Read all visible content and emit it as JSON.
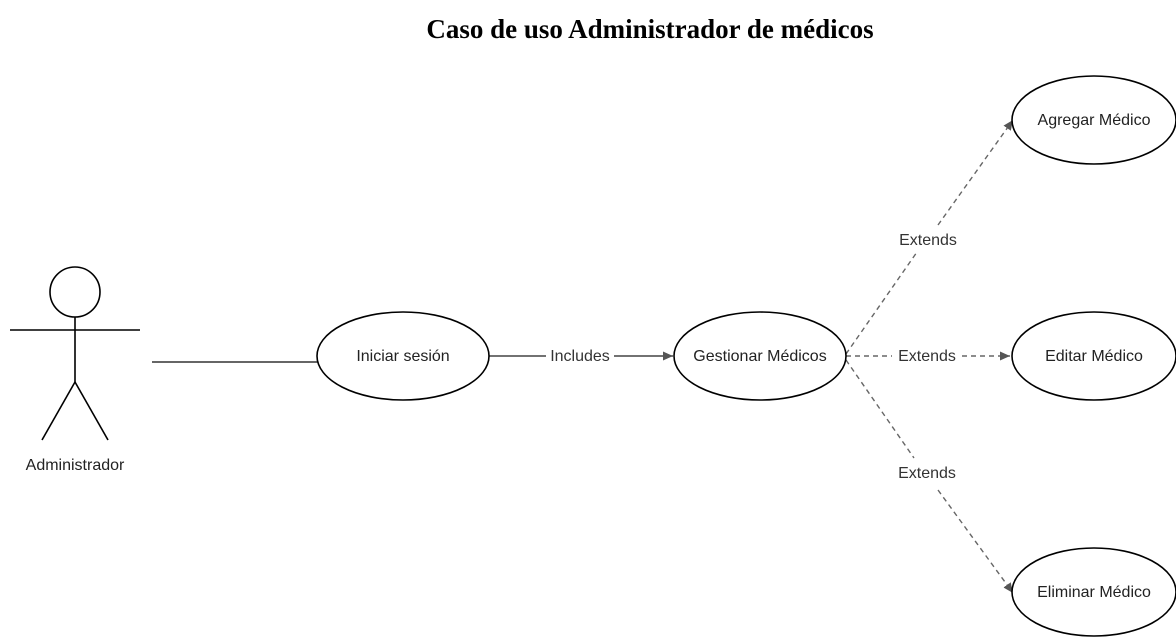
{
  "title": "Caso de uso Administrador de médicos",
  "actor": {
    "label": "Administrador"
  },
  "use_cases": {
    "login": "Iniciar sesión",
    "manage": "Gestionar Médicos",
    "add": "Agregar Médico",
    "edit": "Editar Médico",
    "delete": "Eliminar Médico"
  },
  "relations": {
    "includes": "Includes",
    "extends_add": "Extends",
    "extends_edit": "Extends",
    "extends_delete": "Extends"
  }
}
